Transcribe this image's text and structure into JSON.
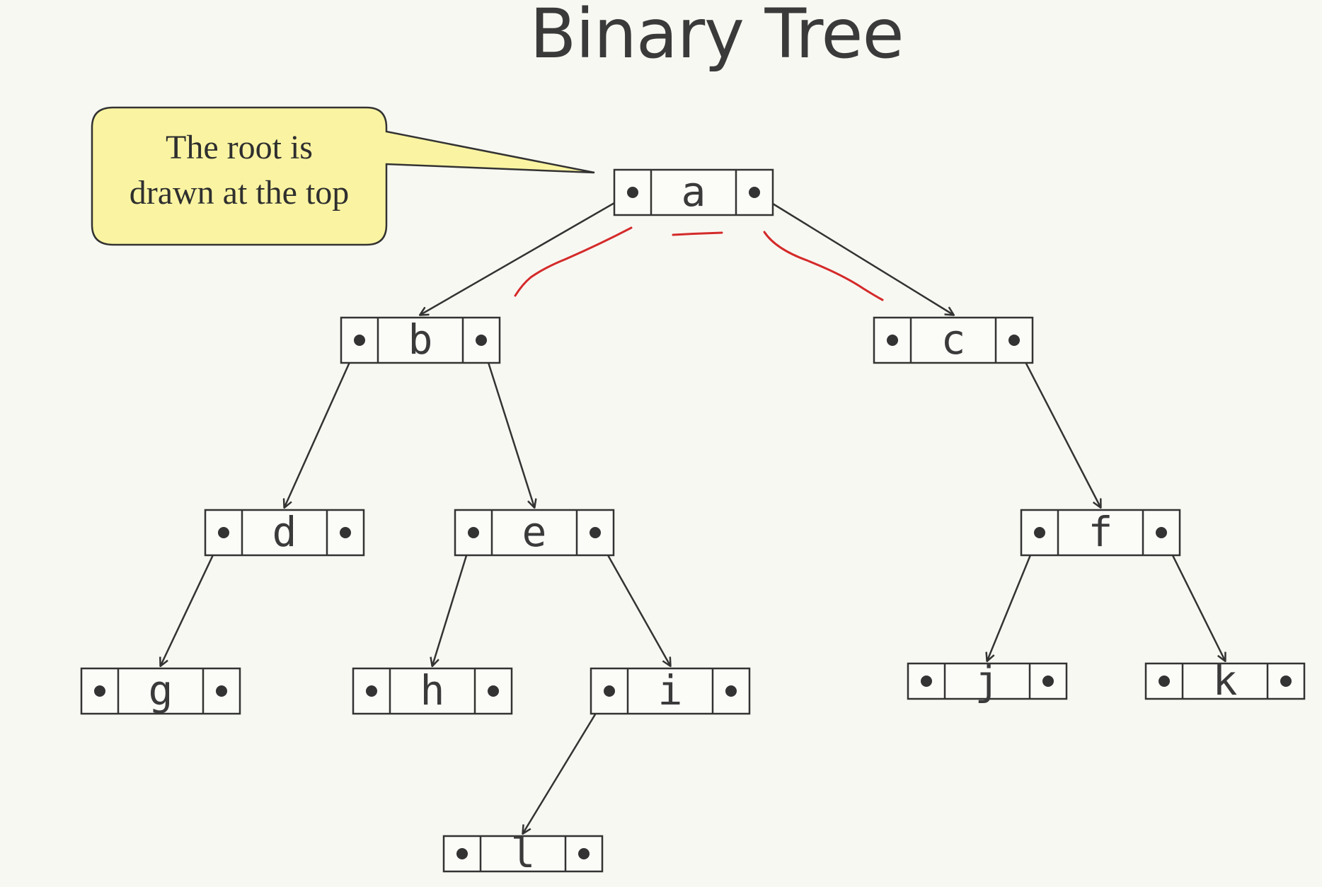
{
  "title": "Binary Tree",
  "callout": {
    "line1": "The root is",
    "line2": "drawn at the top"
  },
  "nodes": {
    "a": "a",
    "b": "b",
    "c": "c",
    "d": "d",
    "e": "e",
    "f": "f",
    "g": "g",
    "h": "h",
    "i": "i",
    "j": "j",
    "k": "k",
    "l": "l"
  },
  "colors": {
    "ink": "#d42a2a",
    "callout_fill": "#faf4a2",
    "background": "#f8f8f3"
  }
}
